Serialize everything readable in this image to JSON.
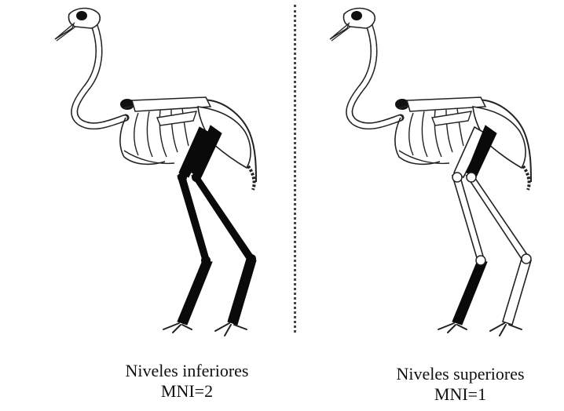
{
  "panels": [
    {
      "level_label": "Niveles inferiores",
      "mni_label": "MNI=2"
    },
    {
      "level_label": "Niveles superiores",
      "mni_label": "MNI=1"
    }
  ],
  "colors": {
    "bone_outline": "#222222",
    "bone_fill": "#ffffff",
    "highlight": "#0a0a0a"
  }
}
